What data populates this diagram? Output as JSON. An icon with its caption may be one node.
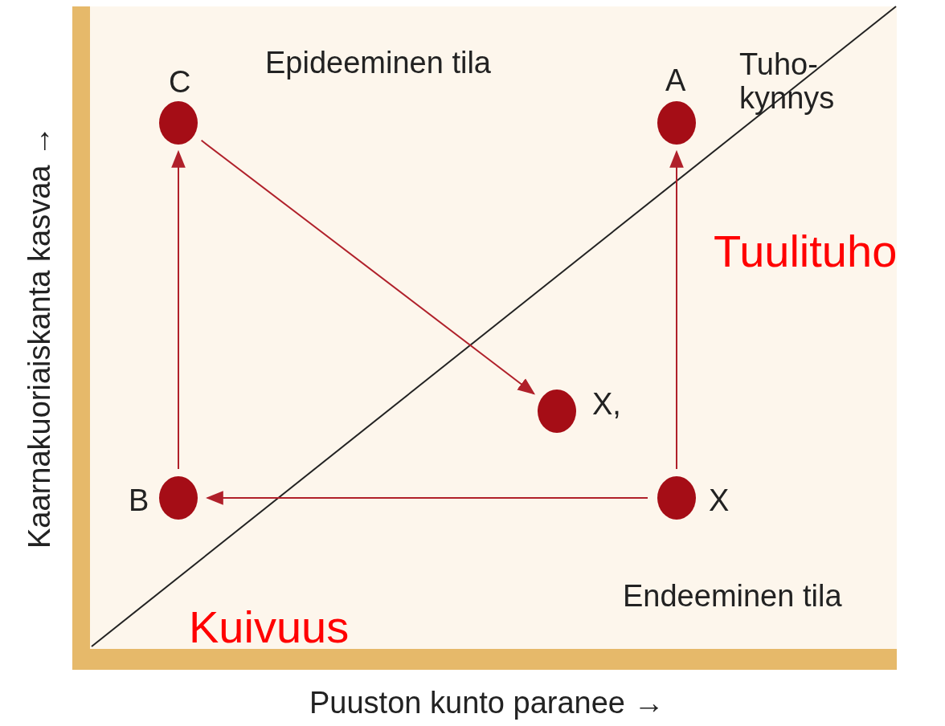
{
  "diagram": {
    "nodes": [
      {
        "text": [],
        "shape": "circle",
        "beside": [
          "C"
        ]
      },
      {
        "text": [],
        "shape": "circle",
        "beside": [
          "A"
        ]
      },
      {
        "text": [],
        "shape": "circle",
        "beside": [
          "X,"
        ]
      },
      {
        "text": [],
        "shape": "circle",
        "beside": [
          "B"
        ]
      },
      {
        "text": [],
        "shape": "circle",
        "beside": [
          "X"
        ]
      }
    ],
    "edges": [
      {
        "from": 0,
        "to": 2,
        "arrow": "to"
      },
      {
        "from": 3,
        "to": 0,
        "arrow": "to"
      },
      {
        "from": 4,
        "to": 1,
        "arrow": "to"
      },
      {
        "from": 4,
        "to": 3,
        "arrow": "to"
      }
    ],
    "labels": [
      "Epideeminen tila",
      "Tuho- kynnys",
      "Tuulituho",
      "Endeeminen tila",
      "Kuivuus",
      "Kaarnakuoriaiskanta kasvaa →",
      "Puuston kunto paranee →"
    ]
  }
}
